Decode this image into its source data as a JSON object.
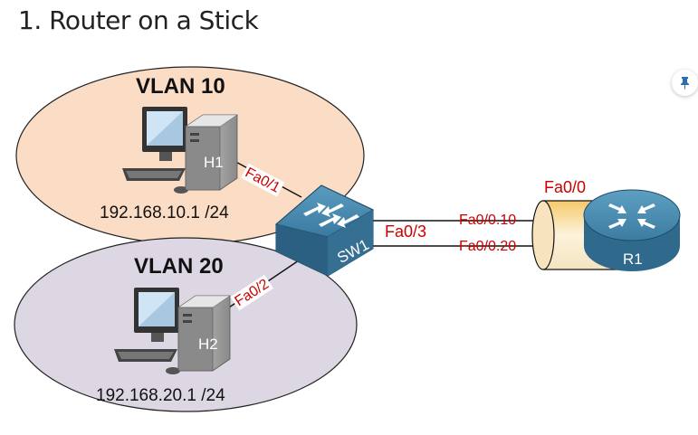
{
  "title": "1. Router on a Stick",
  "colors": {
    "vlan10_fill": "#fbdcc4",
    "vlan20_fill": "#dcd7e3",
    "port_label": "#cc0000",
    "device_blue": "#3f7fa3",
    "subif_fill": "#f5c96a"
  },
  "pin_icon": "pin-icon",
  "diagram": {
    "vlans": [
      {
        "label": "VLAN 10",
        "host": "H1",
        "ip": "192.168.10.1 /24"
      },
      {
        "label": "VLAN 20",
        "host": "H2",
        "ip": "192.168.20.1 /24"
      }
    ],
    "switch": {
      "label": "SW1"
    },
    "router": {
      "label": "R1"
    },
    "ports": {
      "h1_link": "Fa0/1",
      "h2_link": "Fa0/2",
      "trunk": "Fa0/3",
      "router_physical": "Fa0/0",
      "subif_10": "Fa0/0.10",
      "subif_20": "Fa0/0.20"
    }
  }
}
